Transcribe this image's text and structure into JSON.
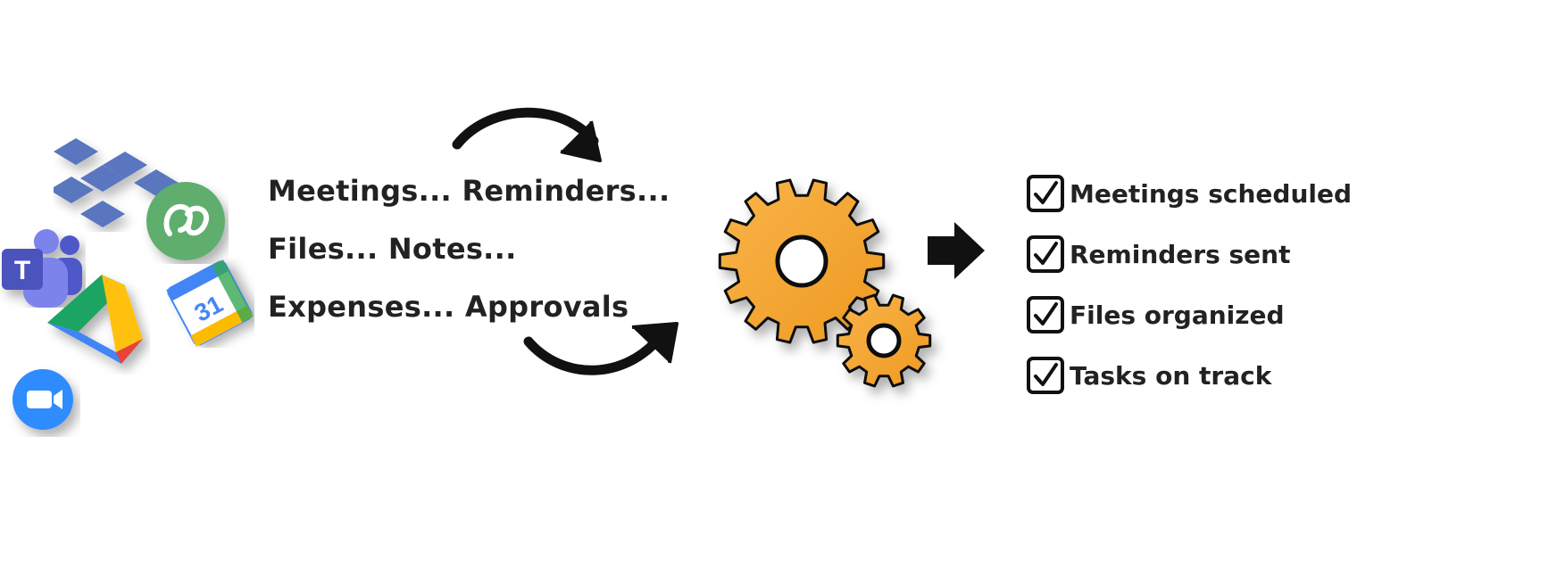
{
  "colors": {
    "text": "#222222",
    "gear_fill": "#f5a732",
    "outline": "#111111",
    "dropbox_blue": "#3d5fb5",
    "quip_green": "#5fae6e",
    "teams_purple": "#5059c9",
    "zoom_blue": "#2d8cff"
  },
  "app_icons": [
    {
      "icon": "dropbox-icon"
    },
    {
      "icon": "quip-icon"
    },
    {
      "icon": "teams-icon",
      "glyph": "T"
    },
    {
      "icon": "google-drive-icon"
    },
    {
      "icon": "google-calendar-icon",
      "glyph": "31"
    },
    {
      "icon": "zoom-icon"
    }
  ],
  "tasks": {
    "line1": "Meetings... Reminders...",
    "line2": "Files... Notes...",
    "line3": "Expenses... Approvals"
  },
  "results": [
    {
      "label": "Meetings scheduled"
    },
    {
      "label": "Reminders sent"
    },
    {
      "label": "Files organized"
    },
    {
      "label": "Tasks on track"
    }
  ]
}
